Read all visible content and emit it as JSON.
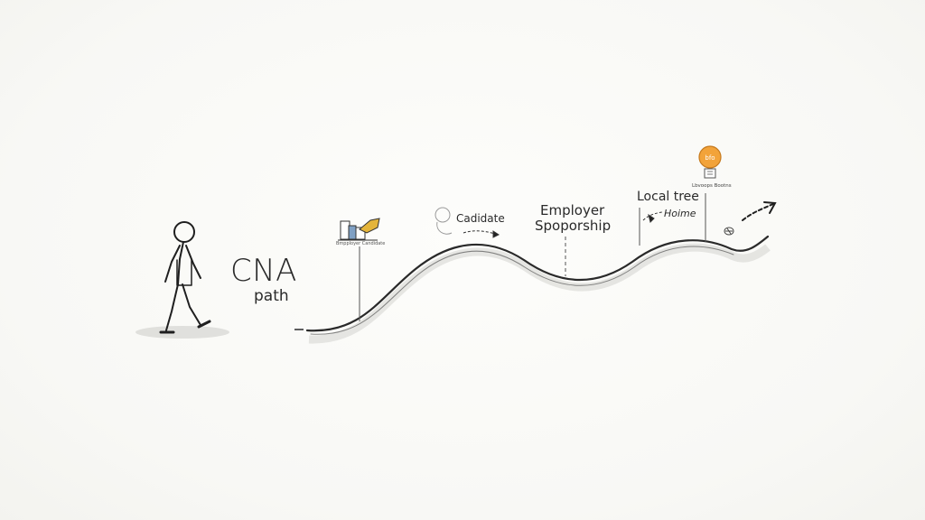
{
  "title": {
    "main": "CNA",
    "sub": "path"
  },
  "milestones": [
    {
      "label": "Bmpployer Candidate"
    },
    {
      "label": "Cadidate"
    },
    {
      "label_line1": "Employer",
      "label_line2": "Spoporship"
    },
    {
      "label_line1": "Local tree",
      "label_line2": "Hoime"
    },
    {
      "label": "Lbvoops Bootns"
    }
  ],
  "icons": {
    "walker": "person-walking-icon",
    "milestone1": "documents-hand-icon",
    "milestone2": "head-sketch-icon",
    "milestone5": "lightbulb-badge-icon",
    "end": "arrow-up-right-icon"
  },
  "colors": {
    "ink": "#2a2a2a",
    "accent_orange": "#e89a2c",
    "accent_yellow": "#e4b43a",
    "paper": "#fbfbf8"
  }
}
